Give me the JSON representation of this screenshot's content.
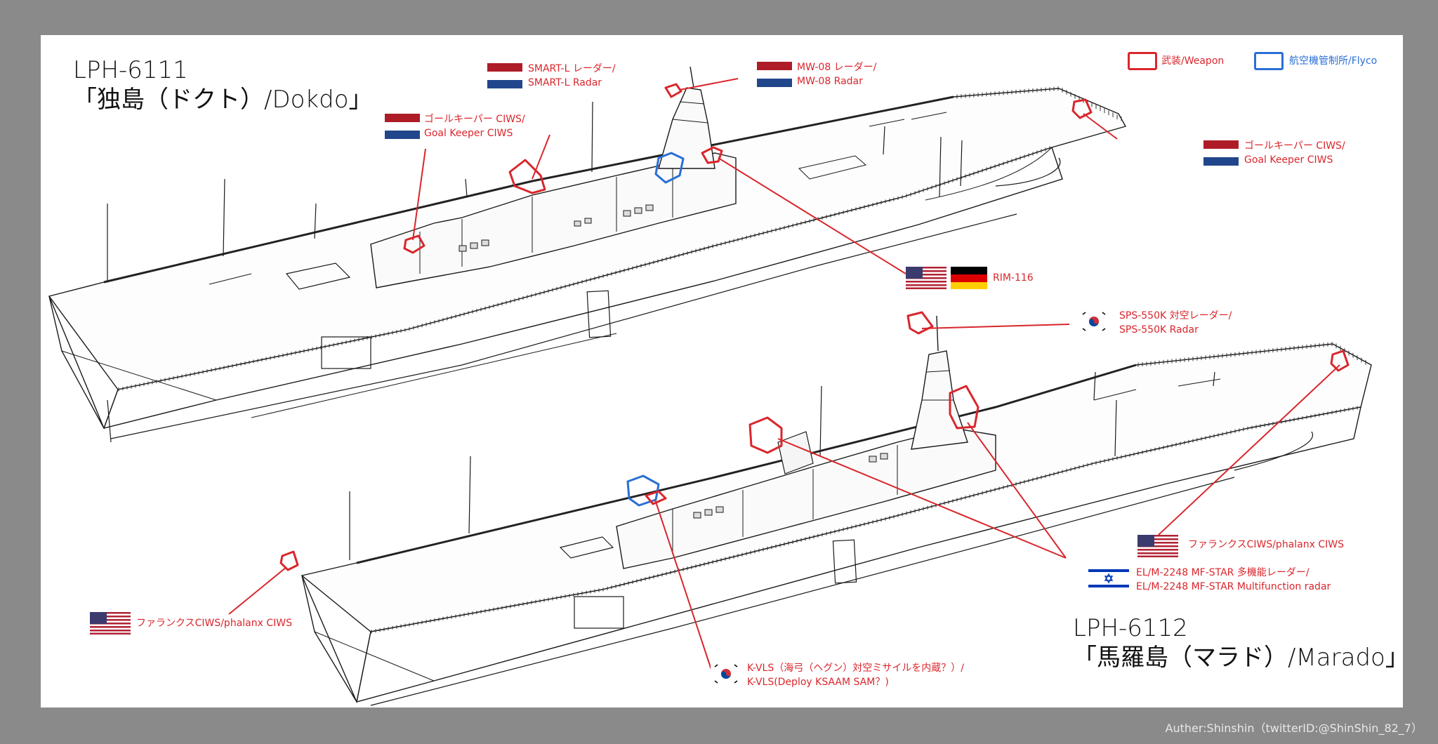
{
  "colors": {
    "weapon": "#d9262c",
    "flyco": "#2a6fd6",
    "background": "#8a8a8a",
    "paper": "#ffffff"
  },
  "ship1": {
    "hull": "LPH-6111",
    "name": "「独島（ドクト）/Dokdo」"
  },
  "ship2": {
    "hull": "LPH-6112",
    "name": "「馬羅島（マラド）/Marado」"
  },
  "legend": {
    "weapon": "武装/Weapon",
    "flyco": "航空機管制所/Flyco"
  },
  "labels": {
    "smart_l": {
      "jp": "SMART-L レーダー/",
      "en": "SMART-L Radar",
      "flag": "netherlands-flag"
    },
    "mw08": {
      "jp": "MW-08 レーダー/",
      "en": "MW-08 Radar",
      "flag": "netherlands-flag"
    },
    "goalkeeper_fwd": {
      "jp": "ゴールキーパー CIWS/",
      "en": "Goal Keeper CIWS",
      "flag": "netherlands-flag"
    },
    "goalkeeper_aft": {
      "jp": "ゴールキーパー CIWS/",
      "en": "Goal Keeper CIWS",
      "flag": "netherlands-flag"
    },
    "rim116": {
      "text": "RIM-116",
      "flags": [
        "usa-flag",
        "germany-flag"
      ]
    },
    "sps550k": {
      "jp": "SPS-550K 対空レーダー/",
      "en": "SPS-550K Radar",
      "flag": "south-korea-flag"
    },
    "phalanx_aft": {
      "text": "ファランクスCIWS/phalanx CIWS",
      "flag": "usa-flag"
    },
    "phalanx_fwd": {
      "text": "ファランクスCIWS/phalanx CIWS",
      "flag": "usa-flag"
    },
    "mfstar": {
      "jp": "EL/M-2248 MF-STAR 多機能レーダー/",
      "en": "EL/M-2248 MF-STAR Multifunction radar",
      "flag": "israel-flag"
    },
    "kvls": {
      "jp": "K-VLS（海弓（ヘグン）対空ミサイルを内蔵？）/",
      "en": "K-VLS(Deploy KSAAM SAM？)",
      "flag": "south-korea-flag"
    }
  },
  "credit": "Auther:Shinshin（twitterID:@ShinShin_82_7）"
}
